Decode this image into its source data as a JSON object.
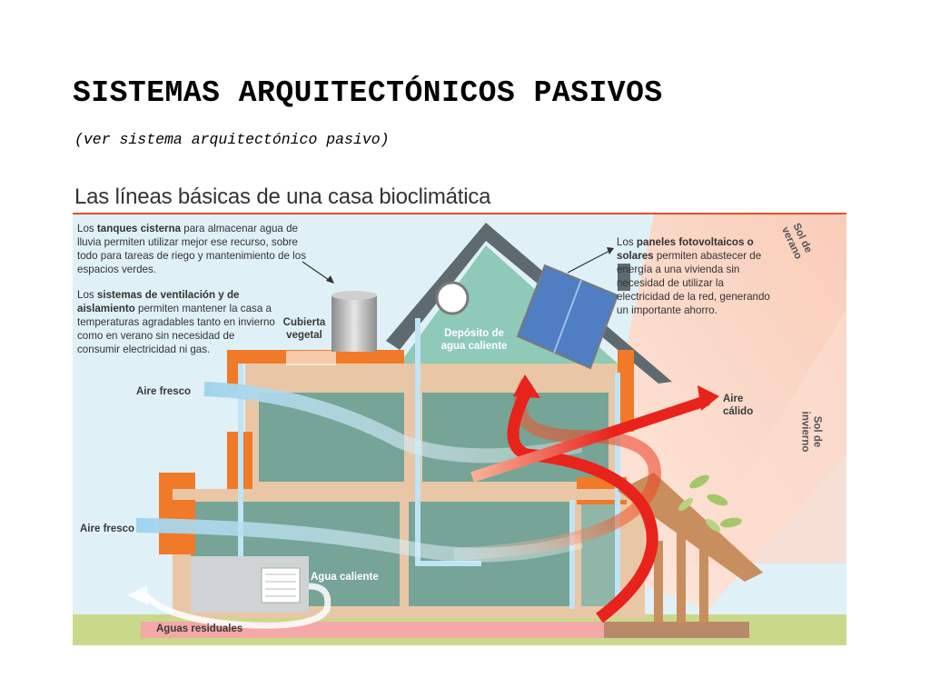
{
  "slide": {
    "title": "SISTEMAS ARQUITECTÓNICOS PASIVOS",
    "subtitle": "(ver sistema arquitectónico pasivo)"
  },
  "figure": {
    "title": "Las líneas básicas de una casa bioclimática",
    "tanques": {
      "pre": "Los ",
      "bold": "tanques cisterna",
      "post": " para almacenar agua de lluvia permiten utilizar mejor ese recurso, sobre todo para tareas de riego y mantenimiento de los espacios verdes."
    },
    "ventilacion": {
      "pre": "Los ",
      "bold": "sistemas de ventilación y de aislamiento",
      "post": " permiten mantener la casa a temperaturas agradables tanto en invierno como en verano sin necesidad de consumir electricidad ni gas."
    },
    "paneles": {
      "pre": "Los ",
      "bold": "paneles fotovoltaicos o solares",
      "post": " permiten abastecer de energía a una vivienda sin necesidad de utilizar la electricidad de la red, generando un importante ahorro."
    },
    "labels": {
      "cubierta_1": "Cubierta",
      "cubierta_2": "vegetal",
      "deposito_1": "Depósito de",
      "deposito_2": "agua caliente",
      "aire_fresco_top": "Aire fresco",
      "aire_fresco_bottom": "Aire fresco",
      "aire_calido_1": "Aire",
      "aire_calido_2": "cálido",
      "agua_caliente": "Agua caliente",
      "aguas_residuales": "Aguas residuales",
      "sol_verano_1": "Sol",
      "sol_verano_2": "de",
      "sol_verano_3": "verano",
      "sol_invierno_1": "Sol",
      "sol_invierno_2": "de",
      "sol_invierno_3": "invierno"
    },
    "colors": {
      "accent_rule": "#e94b2b",
      "wall_orange": "#f07a28",
      "room_green": "#76a497",
      "sky_blue": "#dff0f7",
      "sun_beam": "#fbdccd",
      "grass": "#c9d98a",
      "wastewater": "#f4a8a8",
      "warm_arrow": "#e8231b",
      "cool_arrow": "#a8d8ee",
      "roof": "#5f6a70"
    }
  }
}
